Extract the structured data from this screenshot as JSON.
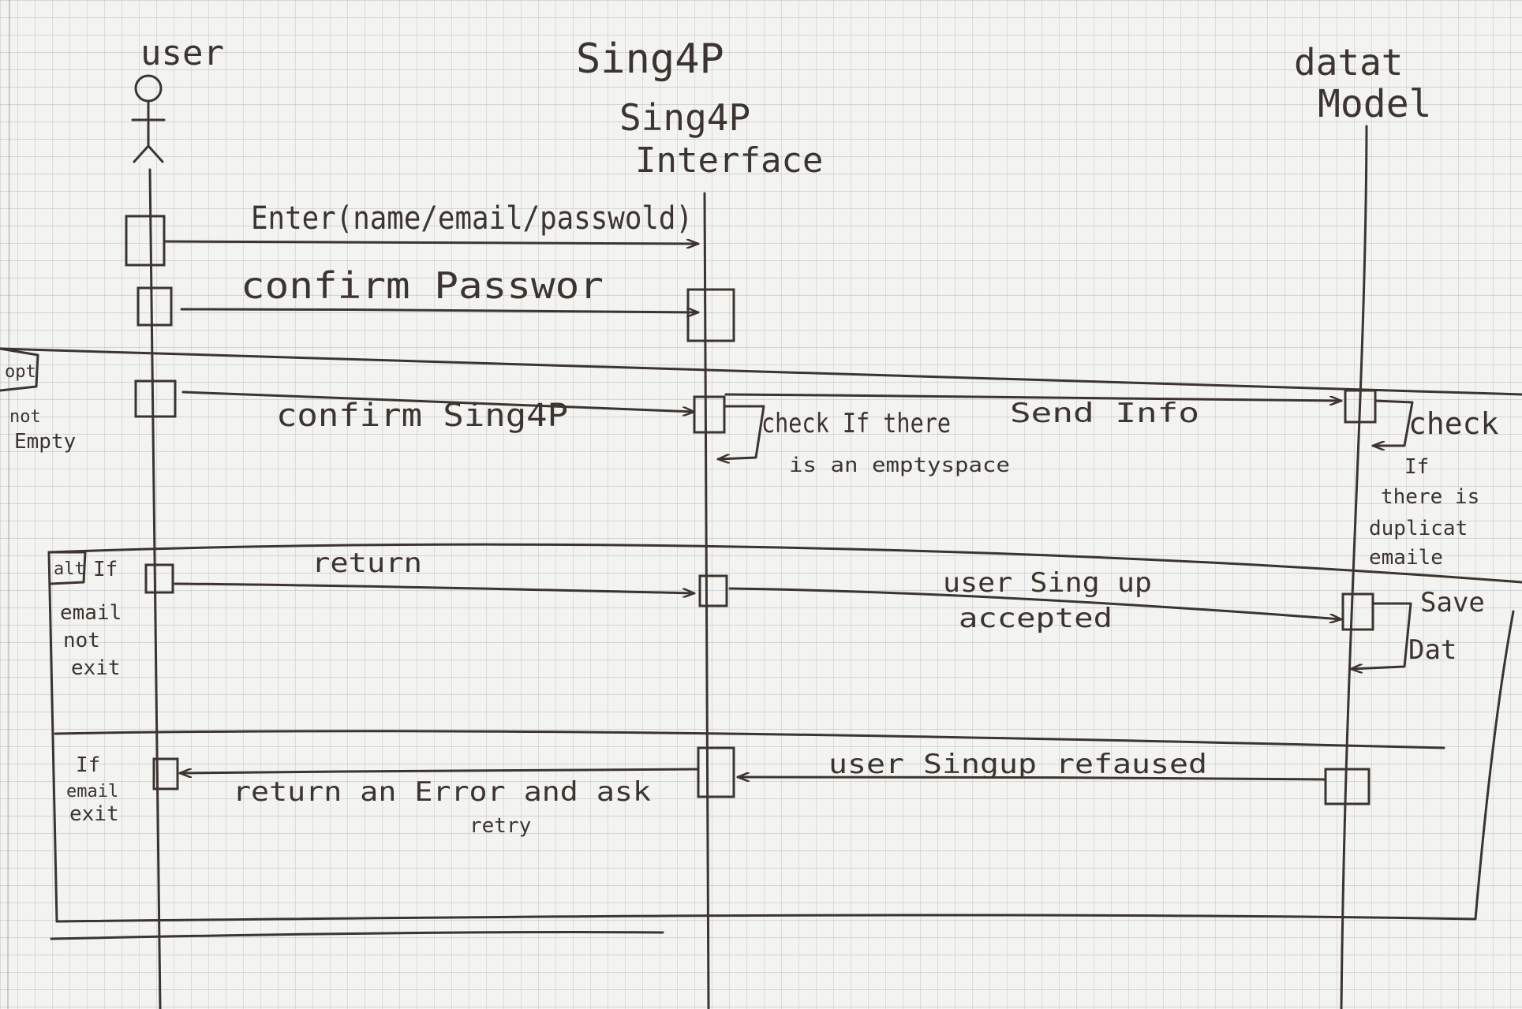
{
  "lifelines": {
    "user": {
      "label": "user"
    },
    "interface": {
      "line1": "Sing4P",
      "line2": "Sing4P",
      "line3": "Interface"
    },
    "model": {
      "line1": "datat",
      "line2": "Model"
    }
  },
  "messages": {
    "enter": "Enter(name/email/passwold)",
    "confirm_password": "confirm Passwor",
    "confirm_signup": "confirm Sing4P",
    "check_empty_line1": "check If there",
    "check_empty_line2": "is an emptyspace",
    "send_info": "Send Info",
    "check_dup_line1": "check",
    "check_dup_line2": "If",
    "check_dup_line3": "there is",
    "check_dup_line4": "duplicat",
    "check_dup_line5": "emaile",
    "return": "return",
    "accepted_line1": "user Sing up",
    "accepted_line2": "accepted",
    "save_line1": "Save",
    "save_line2": "Dat",
    "refused": "user Singup refaused",
    "error_line1": "return an Error and ask",
    "error_line2": "retry"
  },
  "fragments": {
    "opt_tag": "opt",
    "opt_guard_line1": "not",
    "opt_guard_line2": "Empty",
    "alt_tag": "alt",
    "alt_guard1_line1": "If",
    "alt_guard1_line2": "email",
    "alt_guard1_line3": "not",
    "alt_guard1_line4": "exit",
    "alt_guard2_line1": "If",
    "alt_guard2_line2": "email",
    "alt_guard2_line3": "exit"
  }
}
